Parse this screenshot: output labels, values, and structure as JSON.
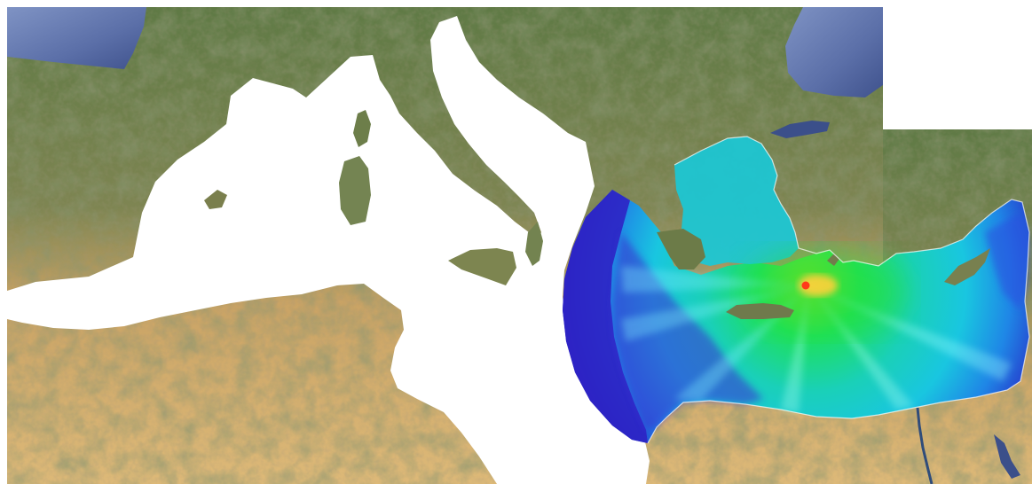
{
  "map": {
    "view": "satellite-composite",
    "colors": {
      "land_green": "#5f7a45",
      "land_olive": "#7e8552",
      "desert_sand": "#c9a365",
      "desert_light": "#ddb978",
      "sea_blank": "#ffffff",
      "sea_deep": "#5b6fa8",
      "inland_sea": "#3b4f8a",
      "plume_far": "#2a1fc2",
      "plume_mid": "#19c6e0",
      "plume_near": "#1ee05a",
      "plume_source": "#ff3a1a"
    },
    "layers": [
      {
        "name": "satellite-land",
        "icon": "land-texture"
      },
      {
        "name": "western-sea-unmodelled",
        "icon": "blank-mask"
      },
      {
        "name": "eastern-sea-wave-field",
        "icon": "radial-plume"
      },
      {
        "name": "inland-seas",
        "icon": "water-body"
      }
    ]
  }
}
